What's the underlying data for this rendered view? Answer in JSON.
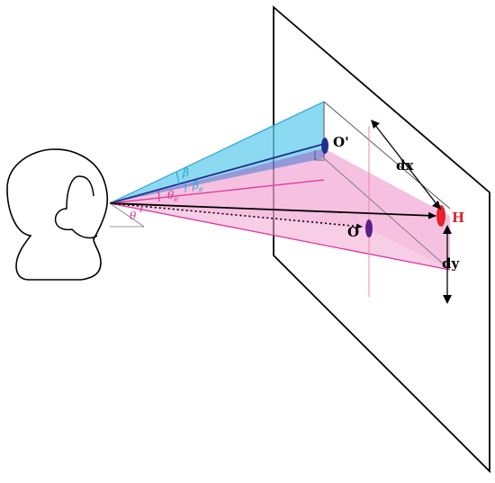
{
  "labels": {
    "o_prime": "O'",
    "o": "O",
    "h": "H",
    "dx": "dx",
    "dy": "dy",
    "beta": "β",
    "beta_sub_symbol": "β",
    "beta_sub_index": "e",
    "theta": "θ",
    "theta_sub_symbol": "θ",
    "theta_sub_index": "e"
  },
  "colors": {
    "outline": "#000000",
    "cyan_fill": "#66ccee",
    "blue_overlap_fill": "#7a7fd0",
    "pink_fill": "#f2a6d3",
    "navy_line": "#1f2f8f",
    "magenta_line": "#e0359a",
    "cyan_line": "#2aa3d6",
    "purple_marker": "#5a1f8a",
    "red_marker": "#e8212a",
    "red_label": "#d9232d",
    "pink_guide": "#e8849a"
  }
}
